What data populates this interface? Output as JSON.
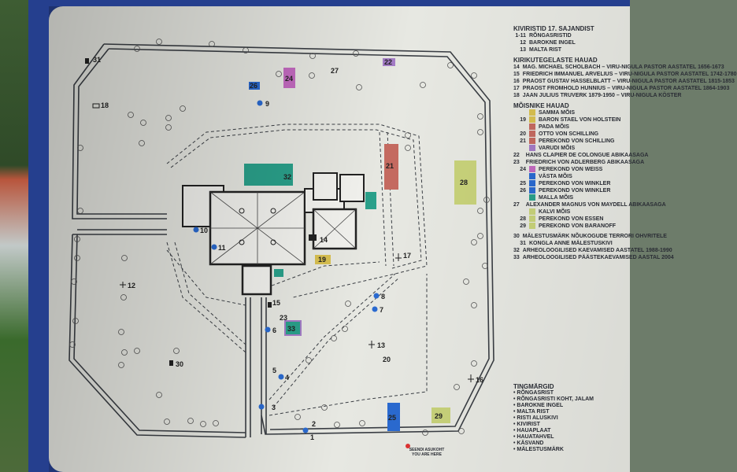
{
  "legend": {
    "title": "KIVIRISTID 17. SAJANDIST",
    "items_a": [
      {
        "n": "1-11",
        "t": "RÕNGASRISTID"
      },
      {
        "n": "12",
        "t": "BAROKNE INGEL"
      },
      {
        "n": "13",
        "t": "MALTA RIST"
      }
    ],
    "h2": "KIRIKUTEGELASTE HAUAD",
    "items_b": [
      {
        "n": "14",
        "t": "MAG. MICHAEL SCHOLBACH – VIRU-NIGULA PASTOR AASTATEL 1656-1673"
      },
      {
        "n": "15",
        "t": "FRIEDRICH IMMANUEL ARVELIUS – VIRU-NIGULA PASTOR AASTATEL 1742-1780"
      },
      {
        "n": "16",
        "t": "PRAOST GUSTAV HASSELBLATT – VIRU-NIGULA PASTOR AASTATEL 1815-1853"
      },
      {
        "n": "17",
        "t": "PRAOST FROMHOLD HUNNIUS – VIRU-NIGULA PASTOR AASTATEL 1864-1903"
      },
      {
        "n": "18",
        "t": "JAAN JULIUS TRUVERK 1879-1950 – VIRU-NIGULA KÖSTER"
      }
    ],
    "h3": "MÕISNIKE HAUAD",
    "items_c": [
      {
        "n": "",
        "t": "SAMMA MÕIS",
        "c": "#d8c050"
      },
      {
        "n": "19",
        "t": "BARON STAEL VON HOLSTEIN",
        "c": "#d8c050"
      },
      {
        "n": "",
        "t": "PADA MÕIS",
        "c": "#c46a60"
      },
      {
        "n": "20",
        "t": "OTTO VON SCHILLING",
        "c": "#c46a60"
      },
      {
        "n": "21",
        "t": "PEREKOND VON SCHILLING",
        "c": "#c46a60"
      },
      {
        "n": "",
        "t": "VARUDI MÕIS",
        "c": "#a47cc6"
      },
      {
        "n": "22",
        "t": "HANS CLAPIER DE COLONGUE ABIKAASAGA",
        "c": "#a47cc6"
      },
      {
        "n": "23",
        "t": "FRIEDRICH VON ADLERBERG ABIKAASAGA",
        "c": "#a47cc6"
      },
      {
        "n": "24",
        "t": "PEREKOND VON WEISS",
        "c": "#c36ac0"
      },
      {
        "n": "",
        "t": "VÄSTA MÕIS",
        "c": "#2a6ad0"
      },
      {
        "n": "25",
        "t": "PEREKOND VON WINKLER",
        "c": "#2a6ad0"
      },
      {
        "n": "26",
        "t": "PEREKOND VON WINKLER",
        "c": "#2a6ad0"
      },
      {
        "n": "",
        "t": "MALLA MÕIS",
        "c": "#2aa08a"
      },
      {
        "n": "27",
        "t": "ALEXANDER MAGNUS VON MAYDELL ABIKAASAGA",
        "c": "#2aa08a"
      },
      {
        "n": "",
        "t": "KALVI MÕIS",
        "c": "#c8d27a"
      },
      {
        "n": "28",
        "t": "PEREKOND VON ESSEN",
        "c": "#c8d27a"
      },
      {
        "n": "29",
        "t": "PEREKOND VON BARANOFF",
        "c": "#c8d27a"
      }
    ],
    "items_d": [
      {
        "n": "30",
        "t": "MÄLESTUSMÄRK NÕUKOGUDE TERRORI OHVRITELE"
      },
      {
        "n": "31",
        "t": "KONGLA ANNE MÄLESTUSKIVI"
      },
      {
        "n": "32",
        "t": "ARHEOLOOGILISED KAEVAMISED AASTATEL 1988-1990"
      },
      {
        "n": "33",
        "t": "ARHEOLOOGILISED PÄÄSTEKAEVAMISED AASTAL 2004"
      }
    ],
    "tm_title": "TINGMÄRGID",
    "tm_items": [
      "RÕNGASRIST",
      "RÕNGASRISTI KOHT, JALAM",
      "BAROKNE INGEL",
      "MALTA RIST",
      "RISTI ALUSKIVI",
      "KIVIRIST",
      "HAUAPLAAT",
      "HAUATAHVEL",
      "KÄSVAND",
      "MÄLESTUSMÄRK"
    ]
  },
  "you_are_here": [
    "SEENDI ASUKOHT",
    "YOU ARE HERE"
  ],
  "map_labels": {
    "n1": "1",
    "n2": "2",
    "n3": "3",
    "n4": "4",
    "n5": "5",
    "n6": "6",
    "n7": "7",
    "n8": "8",
    "n9": "9",
    "n10": "10",
    "n11": "11",
    "n12": "12",
    "n13": "13",
    "n14": "14",
    "n15": "15",
    "n16": "16",
    "n17": "17",
    "n18": "18",
    "n19": "19",
    "n20": "20",
    "n21": "21",
    "n22": "22",
    "n23": "23",
    "n24": "24",
    "n25": "25",
    "n26": "26",
    "n27": "27",
    "n28": "28",
    "n29": "29",
    "n30": "30",
    "n31": "31",
    "n32": "32",
    "n33": "33"
  },
  "colors": {
    "frame": "#253f8e",
    "board": "#e7e8e2",
    "path": "#3a3e44",
    "teal": "#2aa08a",
    "blue": "#2a6ad0"
  }
}
